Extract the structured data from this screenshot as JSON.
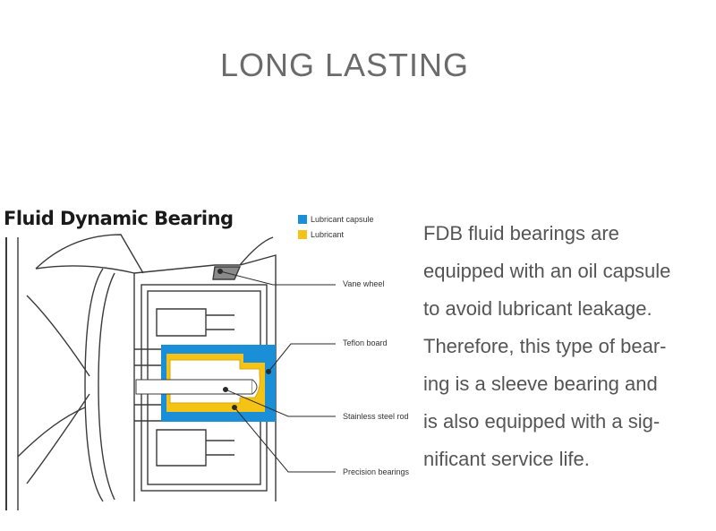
{
  "header": {
    "title": "LONG LASTING"
  },
  "diagram": {
    "title": "Fluid Dynamic Bearing",
    "legend": [
      {
        "label": "Lubricant capsule",
        "color": "#1a8fd8"
      },
      {
        "label": "Lubricant",
        "color": "#f5c316"
      }
    ],
    "callouts": [
      {
        "label": "Vane wheel"
      },
      {
        "label": "Teflon board"
      },
      {
        "label": "Stainless steel rod"
      },
      {
        "label": "Precision bearings"
      }
    ]
  },
  "description": {
    "lines": [
      "FDB fluid bearings are",
      "equipped with an oil capsule",
      "to avoid lubricant leakage.",
      "Therefore, this type of bear-",
      "ing is a sleeve bearing and",
      "is also equipped with a sig-",
      "nificant service life."
    ]
  }
}
